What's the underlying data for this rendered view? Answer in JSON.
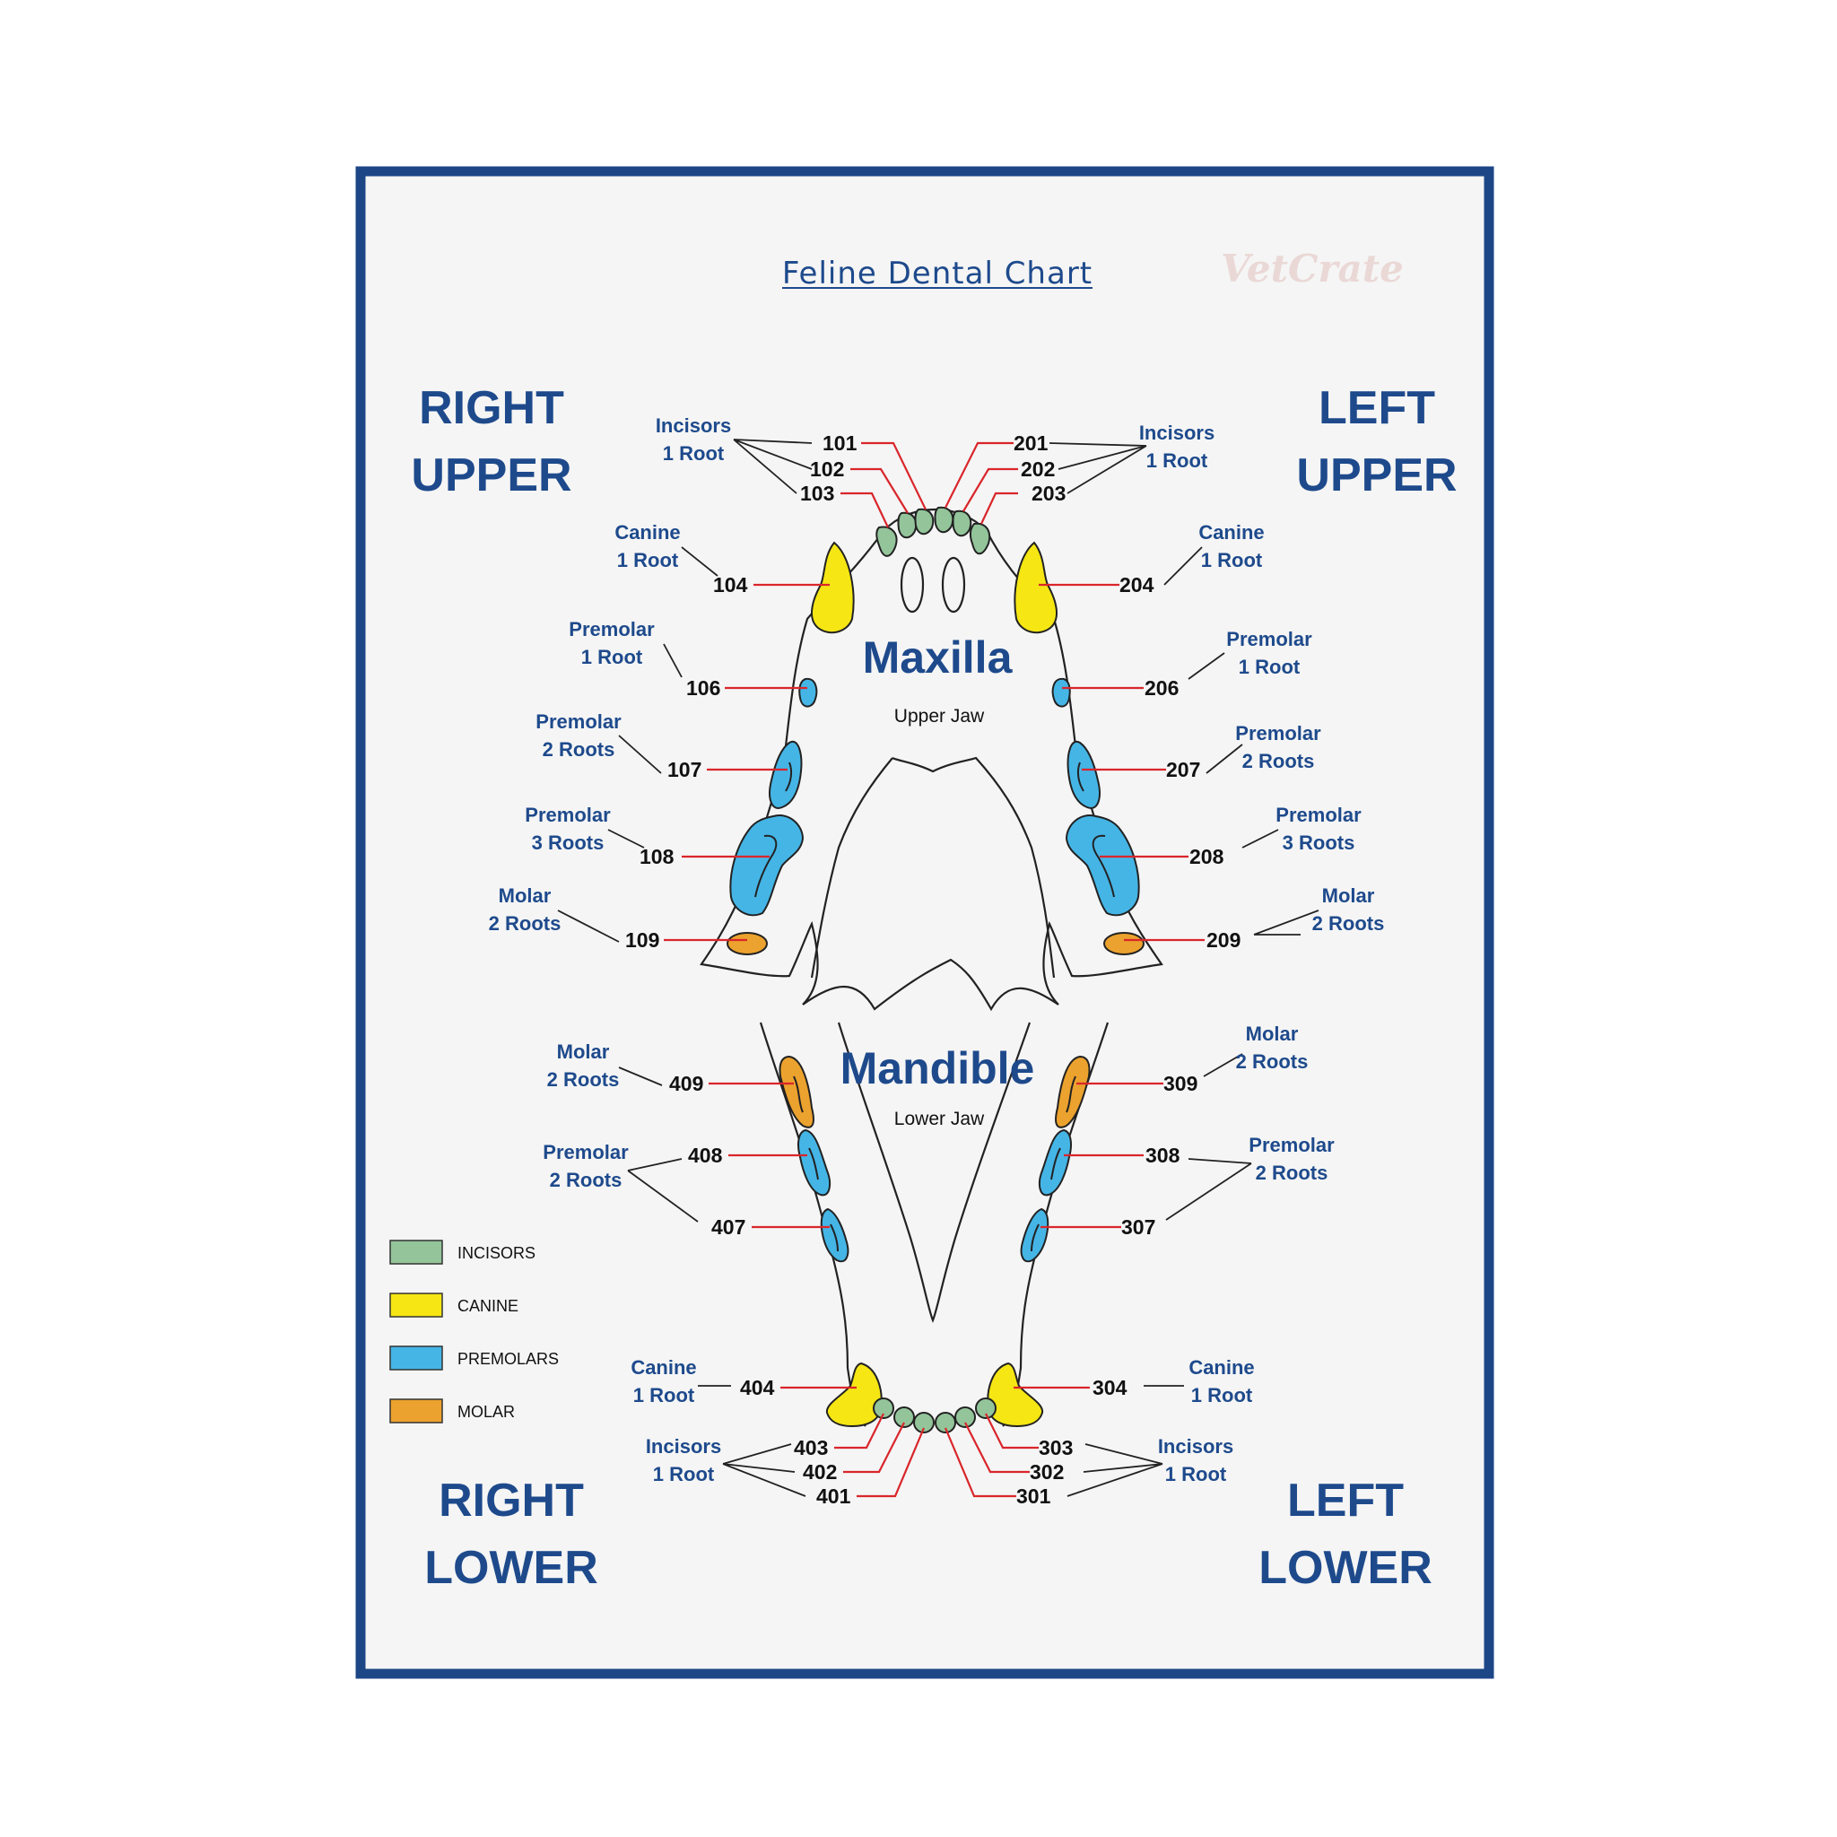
{
  "title": "Feline Dental Chart",
  "brand": "VetCrate",
  "quadrants": {
    "right_upper": [
      "RIGHT",
      "UPPER"
    ],
    "left_upper": [
      "LEFT",
      "UPPER"
    ],
    "right_lower": [
      "RIGHT",
      "LOWER"
    ],
    "left_lower": [
      "LEFT",
      "LOWER"
    ]
  },
  "jaws": {
    "maxilla": {
      "name": "Maxilla",
      "sub": "Upper Jaw"
    },
    "mandible": {
      "name": "Mandible",
      "sub": "Lower Jaw"
    }
  },
  "legend": [
    {
      "label": "INCISORS",
      "color": "#93c49a"
    },
    {
      "label": "CANINE",
      "color": "#f5e614"
    },
    {
      "label": "PREMOLARS",
      "color": "#45b5e6"
    },
    {
      "label": "MOLAR",
      "color": "#eca22e"
    }
  ],
  "colors": {
    "frame": "#1d4687",
    "background": "#f5f5f5",
    "leader_red": "#d9262b",
    "label_blue": "#1e4a8c"
  },
  "descriptions": {
    "incisors_upper_right": [
      "Incisors",
      "1 Root"
    ],
    "incisors_upper_left": [
      "Incisors",
      "1 Root"
    ],
    "incisors_lower_right": [
      "Incisors",
      "1 Root"
    ],
    "incisors_lower_left": [
      "Incisors",
      "1 Root"
    ],
    "canine_104": [
      "Canine",
      "1 Root"
    ],
    "canine_204": [
      "Canine",
      "1 Root"
    ],
    "canine_404": [
      "Canine",
      "1 Root"
    ],
    "canine_304": [
      "Canine",
      "1 Root"
    ],
    "pm_106": [
      "Premolar",
      "1 Root"
    ],
    "pm_206": [
      "Premolar",
      "1 Root"
    ],
    "pm_107": [
      "Premolar",
      "2 Roots"
    ],
    "pm_207": [
      "Premolar",
      "2 Roots"
    ],
    "pm_108": [
      "Premolar",
      "3 Roots"
    ],
    "pm_208": [
      "Premolar",
      "3 Roots"
    ],
    "molar_109": [
      "Molar",
      "2 Roots"
    ],
    "molar_209": [
      "Molar",
      "2 Roots"
    ],
    "molar_409": [
      "Molar",
      "2 Roots"
    ],
    "molar_309": [
      "Molar",
      "2 Roots"
    ],
    "pm_lower_right": [
      "Premolar",
      "2 Roots"
    ],
    "pm_lower_left": [
      "Premolar",
      "2 Roots"
    ]
  },
  "teeth": {
    "t101": "101",
    "t102": "102",
    "t103": "103",
    "t104": "104",
    "t106": "106",
    "t107": "107",
    "t108": "108",
    "t109": "109",
    "t201": "201",
    "t202": "202",
    "t203": "203",
    "t204": "204",
    "t206": "206",
    "t207": "207",
    "t208": "208",
    "t209": "209",
    "t301": "301",
    "t302": "302",
    "t303": "303",
    "t304": "304",
    "t307": "307",
    "t308": "308",
    "t309": "309",
    "t401": "401",
    "t402": "402",
    "t403": "403",
    "t404": "404",
    "t407": "407",
    "t408": "408",
    "t409": "409"
  }
}
